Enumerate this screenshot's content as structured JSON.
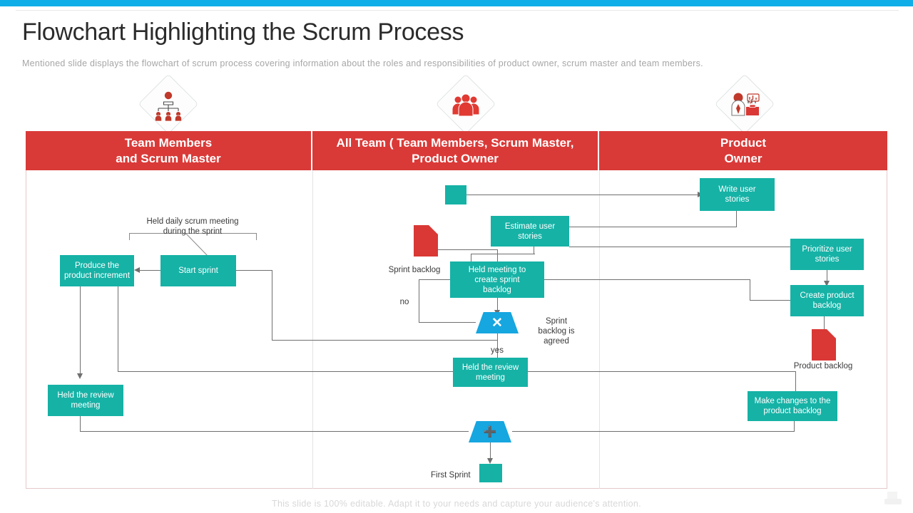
{
  "accent": {
    "teal": "#16B2A6",
    "red": "#D93A38",
    "blue": "#16A6E0",
    "topbar": "#0FAEE8",
    "line": "#6f6f6f"
  },
  "header": {
    "title": "Flowchart Highlighting the Scrum Process",
    "subtitle": "Mentioned slide displays  the flowchart  of scrum process covering  information  about the roles and responsibilities of product owner, scrum master and team members.",
    "icons": [
      {
        "name": "org-hierarchy-icon",
        "label": "team hierarchy"
      },
      {
        "name": "people-group-icon",
        "label": "all team"
      },
      {
        "name": "product-owner-icon",
        "label": "product owner"
      }
    ]
  },
  "columns": [
    {
      "id": "team-members-scrum-master",
      "label": "Team Members\nand Scrum Master",
      "line1": "Team Members",
      "line2": "and Scrum Master"
    },
    {
      "id": "all-team",
      "label": "All Team ( Team Members, Scrum Master, Product Owner",
      "line1": "All Team ( Team Members, Scrum Master,",
      "line2": "Product Owner"
    },
    {
      "id": "product-owner",
      "label": "Product Owner",
      "line1": "Product",
      "line2": "Owner"
    }
  ],
  "nodes": {
    "start_sprint": "Start sprint",
    "produce_increment_l1": "Produce the",
    "produce_increment_l2": "product increment",
    "daily_scrum_l1": "Held daily scrum meeting",
    "daily_scrum_l2": "during the sprint",
    "review_meeting_left_l1": "Held the review",
    "review_meeting_left_l2": "meeting",
    "estimate_user_stories_l1": "Estimate user",
    "estimate_user_stories_l2": "stories",
    "sprint_backlog_doc": "Sprint backlog",
    "held_meeting_l1": "Held meeting to",
    "held_meeting_l2": "create sprint",
    "held_meeting_l3": "backlog",
    "decision_no": "no",
    "decision_yes": "yes",
    "decision_glyph": "✕",
    "sprint_backlog_agreed_l1": "Sprint",
    "sprint_backlog_agreed_l2": "backlog is",
    "sprint_backlog_agreed_l3": "agreed",
    "review_meeting_mid_l1": "Held the review",
    "review_meeting_mid_l2": "meeting",
    "merge_glyph": "➕",
    "first_sprint": "First Sprint",
    "write_user_stories_l1": "Write user",
    "write_user_stories_l2": "stories",
    "prioritize_user_stories_l1": "Prioritize user",
    "prioritize_user_stories_l2": "stories",
    "create_product_backlog_l1": "Create product",
    "create_product_backlog_l2": "backlog",
    "product_backlog_doc": "Product backlog",
    "make_changes_l1": "Make changes to the",
    "make_changes_l2": "product backlog"
  },
  "footer": {
    "note": "This slide is 100% editable. Adapt it to your needs and capture your audience's attention."
  }
}
